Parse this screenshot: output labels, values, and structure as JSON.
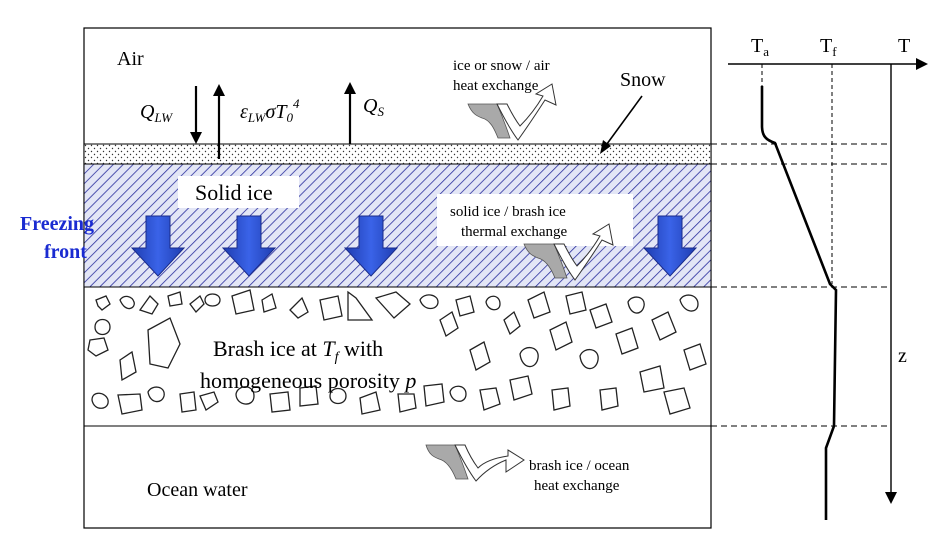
{
  "diagram": {
    "labels": {
      "air": "Air",
      "q_lw": "Q",
      "q_lw_sub": "LW",
      "emission_main": "ε",
      "emission_sub1": "LW",
      "emission_mid": "σT",
      "emission_sub2": "0",
      "emission_sup": "4",
      "q_s": "Q",
      "q_s_sub": "S",
      "snow": "Snow",
      "solid_ice": "Solid ice",
      "freezing_front_1": "Freezing",
      "freezing_front_2": "front",
      "brash_line1_a": "Brash ice at ",
      "brash_line1_t": "T",
      "brash_line1_sub": "f",
      "brash_line1_b": " with",
      "brash_line2_a": "homogeneous porosity ",
      "brash_line2_p": "p",
      "ocean_water": "Ocean water",
      "exchange_top_1": "ice or snow  / air",
      "exchange_top_2": "heat exchange",
      "exchange_mid_1": "solid ice / brash ice",
      "exchange_mid_2": "thermal exchange",
      "exchange_bot_1": "brash ice / ocean",
      "exchange_bot_2": "heat exchange",
      "axis_ta": "T",
      "axis_ta_sub": "a",
      "axis_tf": "T",
      "axis_tf_sub": "f",
      "axis_t": "T",
      "axis_z": "z"
    },
    "colors": {
      "ice_hatch": "#2b2f9e",
      "ice_fill": "#d8dcf2",
      "arrow_blue": "#2a4fd6",
      "arrow_blue_dark": "#1f3db0",
      "exchange_arrow": "#a9a9a9",
      "freezing_front_text": "#1a2bd1"
    }
  }
}
